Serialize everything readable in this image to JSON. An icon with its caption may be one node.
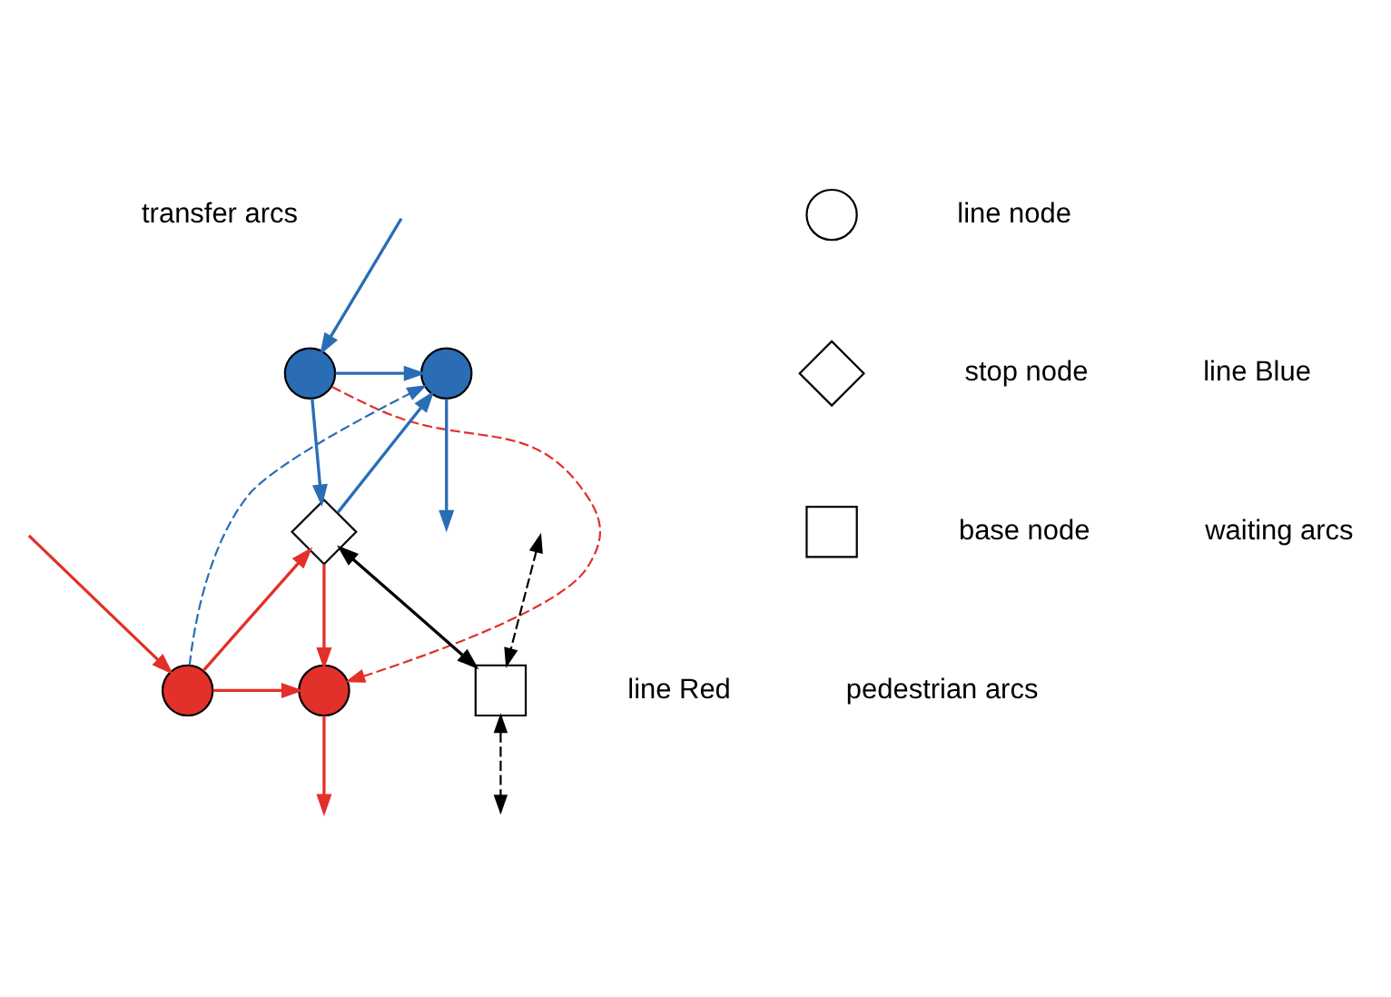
{
  "diagram": {
    "nodes": [
      {
        "text": [],
        "shape": "circle"
      },
      {
        "text": [],
        "shape": "circle"
      },
      {
        "text": [],
        "shape": "circle"
      },
      {
        "text": [],
        "shape": "circle"
      },
      {
        "text": [],
        "shape": "diamond"
      },
      {
        "text": [],
        "shape": "box"
      },
      {
        "text": [],
        "shape": "circle"
      },
      {
        "text": [],
        "shape": "diamond"
      },
      {
        "text": [],
        "shape": "box"
      }
    ],
    "edges": [
      {
        "from": null,
        "to": 0,
        "arrow": "to",
        "color": "#2a6db5"
      },
      {
        "from": 0,
        "to": 1,
        "arrow": "to",
        "color": "#2a6db5"
      },
      {
        "from": 1,
        "to": null,
        "arrow": "to",
        "color": "#2a6db5"
      },
      {
        "from": null,
        "to": 2,
        "arrow": "to",
        "color": "#e2302a"
      },
      {
        "from": 2,
        "to": 3,
        "arrow": "to",
        "color": "#e2302a"
      },
      {
        "from": 3,
        "to": null,
        "arrow": "to",
        "color": "#e2302a"
      },
      {
        "from": 0,
        "to": 3,
        "arrow": "to",
        "style": "dashed",
        "color": "#e2302a"
      },
      {
        "from": 2,
        "to": 1,
        "arrow": "to",
        "style": "dashed",
        "color": "#2a6db5"
      },
      {
        "from": 0,
        "to": 4,
        "arrow": "to",
        "color": "#2a6db5"
      },
      {
        "from": 2,
        "to": 4,
        "arrow": "to",
        "color": "#e2302a"
      },
      {
        "from": 4,
        "to": 3,
        "arrow": "to",
        "color": "#e2302a"
      },
      {
        "from": 4,
        "to": 1,
        "arrow": "to",
        "color": "#2a6db5"
      },
      {
        "from": 4,
        "to": 5,
        "arrow": "both",
        "color": "#000000"
      },
      {
        "from": null,
        "to": 5,
        "arrow": "both",
        "style": "dashed",
        "color": "#000000"
      },
      {
        "from": 5,
        "to": null,
        "arrow": "both",
        "style": "dashed",
        "color": "#000000"
      }
    ],
    "labels": [
      "transfer arcs",
      "line Blue",
      "line Red",
      "waiting arcs",
      "pedestrian arcs"
    ],
    "legend": [
      {
        "text": "line node"
      },
      {
        "text": "stop node"
      },
      {
        "text": "base node"
      }
    ]
  }
}
